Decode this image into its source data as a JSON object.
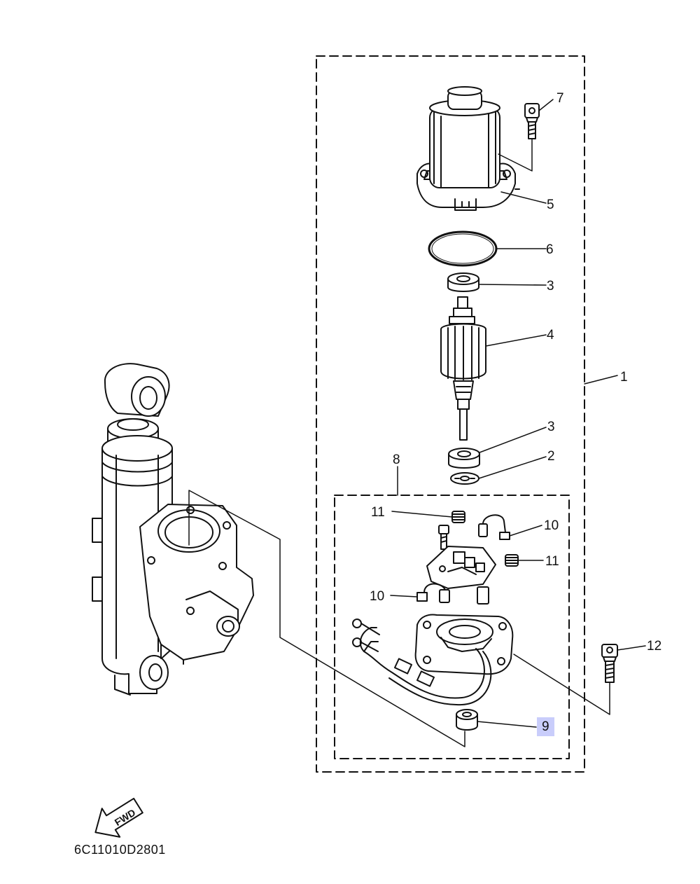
{
  "diagram": {
    "code": "6C11010D2801",
    "direction_label": "FWD",
    "highlight_color": "#c9cdfb",
    "line_color": "#111111",
    "callouts": [
      {
        "id": "c7",
        "name": "callout-7",
        "label": "7"
      },
      {
        "id": "c5",
        "name": "callout-5",
        "label": "5"
      },
      {
        "id": "c6",
        "name": "callout-6",
        "label": "6"
      },
      {
        "id": "c3a",
        "name": "callout-3-bearing-upper",
        "label": "3"
      },
      {
        "id": "c4",
        "name": "callout-4",
        "label": "4"
      },
      {
        "id": "c1",
        "name": "callout-1",
        "label": "1"
      },
      {
        "id": "c3b",
        "name": "callout-3-bearing-lower",
        "label": "3"
      },
      {
        "id": "c8",
        "name": "callout-8",
        "label": "8"
      },
      {
        "id": "c2",
        "name": "callout-2",
        "label": "2"
      },
      {
        "id": "c11a",
        "name": "callout-11-spring-left",
        "label": "11"
      },
      {
        "id": "c10a",
        "name": "callout-10-brush-right",
        "label": "10"
      },
      {
        "id": "c11b",
        "name": "callout-11-spring-right",
        "label": "11"
      },
      {
        "id": "c10b",
        "name": "callout-10-brush-left",
        "label": "10"
      },
      {
        "id": "c12",
        "name": "callout-12",
        "label": "12"
      },
      {
        "id": "c9",
        "name": "callout-9",
        "label": "9",
        "highlighted": true
      }
    ]
  }
}
